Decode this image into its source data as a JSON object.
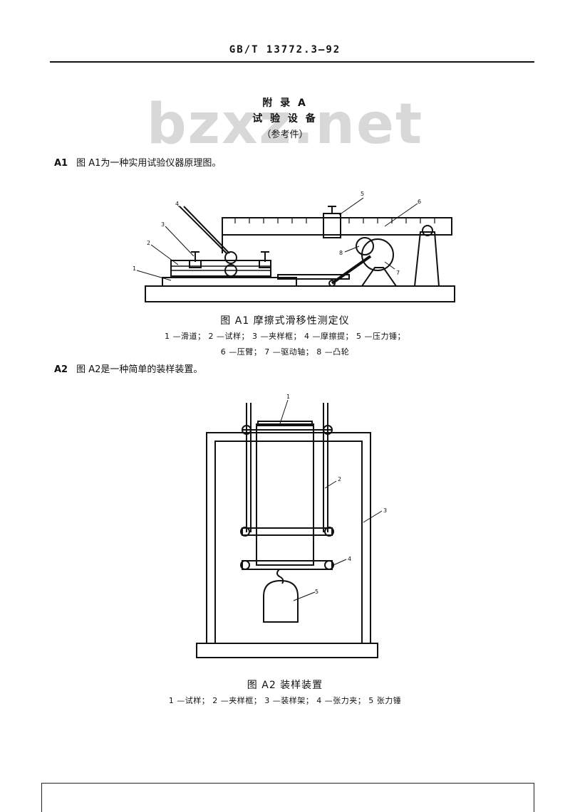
{
  "header": {
    "standard": "GB/T 13772.3—92"
  },
  "watermark": "bzxz.net",
  "appendix": {
    "label": "附 录 A",
    "title": "试 验 设 备",
    "note": "（参考件）"
  },
  "sections": [
    {
      "num": "A1",
      "text": "图 A1为一种实用试验仪器原理图。"
    },
    {
      "num": "A2",
      "text": "图 A2是一种简单的装样装置。"
    }
  ],
  "figure_a1": {
    "caption": "图  A1  摩擦式滑移性测定仪",
    "legend_line1": "1 —滑道； 2 —试样； 3 —夹样框； 4 —摩擦提； 5 —压力锤；",
    "legend_line2": "6 —压臂； 7 —驱动轴； 8 —凸轮",
    "callouts": [
      "1",
      "2",
      "3",
      "4",
      "5",
      "6",
      "7",
      "8"
    ]
  },
  "figure_a2": {
    "caption": "图  A2  装样装置",
    "legend": "1 —试样； 2 —夹样框； 3 —装样架； 4 —张力夹； 5   张力锤",
    "callouts": [
      "1",
      "2",
      "3",
      "4",
      "5"
    ]
  }
}
